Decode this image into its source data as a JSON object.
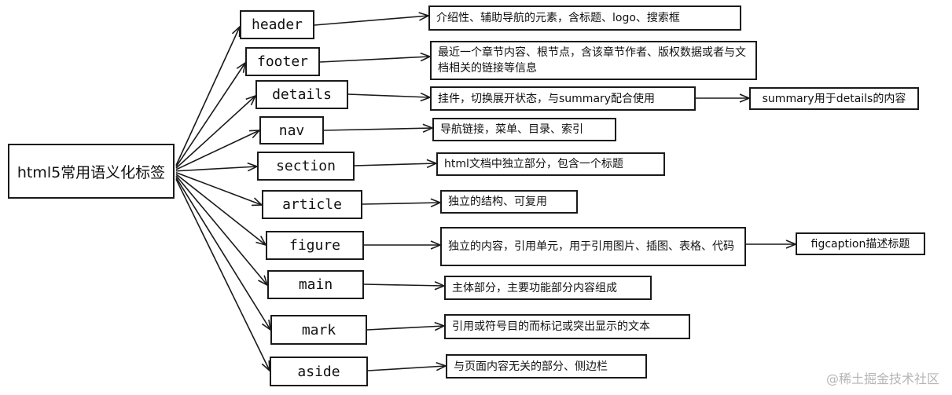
{
  "root": {
    "label": "html5常用语义化标签"
  },
  "tags": [
    {
      "id": "header",
      "label": "header",
      "desc": "介绍性、辅助导航的元素，含标题、logo、搜索框"
    },
    {
      "id": "footer",
      "label": "footer",
      "desc": "最近一个章节内容、根节点，含该章节作者、版权数据或者与文档相关的链接等信息"
    },
    {
      "id": "details",
      "label": "details",
      "desc": "挂件，切换展开状态，与summary配合使用",
      "sub": "summary用于details的内容"
    },
    {
      "id": "nav",
      "label": "nav",
      "desc": "导航链接，菜单、目录、索引"
    },
    {
      "id": "section",
      "label": "section",
      "desc": "html文档中独立部分，包含一个标题"
    },
    {
      "id": "article",
      "label": "article",
      "desc": "独立的结构、可复用"
    },
    {
      "id": "figure",
      "label": "figure",
      "desc": "独立的内容，引用单元，用于引用图片、插图、表格、代码",
      "sub": "figcaption描述标题"
    },
    {
      "id": "main",
      "label": "main",
      "desc": "主体部分，主要功能部分内容组成"
    },
    {
      "id": "mark",
      "label": "mark",
      "desc": "引用或符号目的而标记或突出显示的文本"
    },
    {
      "id": "aside",
      "label": "aside",
      "desc": "与页面内容无关的部分、侧边栏"
    }
  ],
  "watermark": "@稀土掘金技术社区"
}
